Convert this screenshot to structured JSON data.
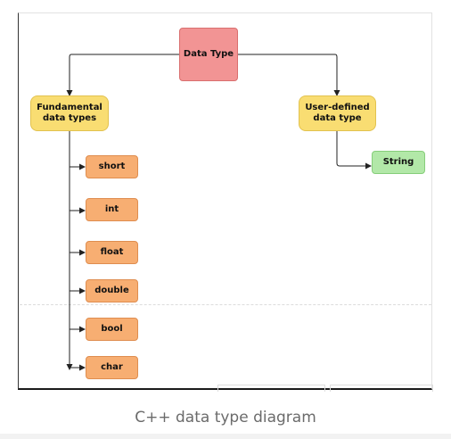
{
  "diagram": {
    "root": "Data Type",
    "fundamental": {
      "label": "Fundamental\ndata types",
      "children": [
        "short",
        "int",
        "float",
        "double",
        "bool",
        "char"
      ]
    },
    "user_defined": {
      "label": "User-defined\ndata type",
      "children": [
        "String"
      ]
    }
  },
  "caption": "C++ data type diagram",
  "colors": {
    "root": "#f29494",
    "group": "#f9dd72",
    "leaf": "#f7ae72",
    "user_leaf": "#b2e8a8"
  }
}
